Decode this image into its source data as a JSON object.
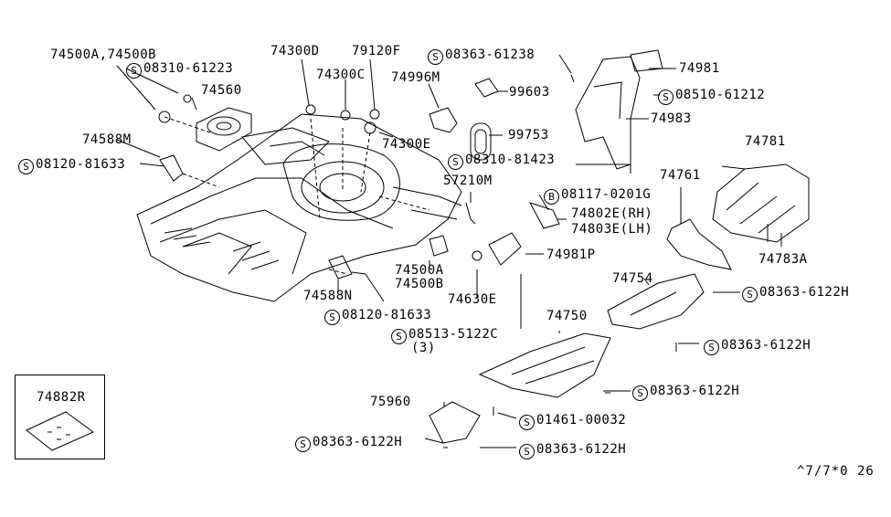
{
  "labels": {
    "p74500AB": "74500A,74500B",
    "p08310_61223": "08310-61223",
    "p74560": "74560",
    "p74588M": "74588M",
    "p08120_81633_left": "08120-81633",
    "p74300D": "74300D",
    "p79120F": "79120F",
    "p74300C": "74300C",
    "p74996M": "74996M",
    "p74300E": "74300E",
    "p08363_61238": "08363-61238",
    "p74981": "74981",
    "p99603": "99603",
    "p08510_61212": "08510-61212",
    "p99753": "99753",
    "p74983": "74983",
    "p08310_81423": "08310-81423",
    "p74781": "74781",
    "p57210M": "57210M",
    "p08117_0201G": "08117-0201G",
    "p74761": "74761",
    "p74802E": "74802E(RH)",
    "p74803E": "74803E(LH)",
    "p74783A": "74783A",
    "p74981P": "74981P",
    "p74500A": "74500A",
    "p74500B": "74500B",
    "p74754": "74754",
    "p08363_6122H_a": "08363-6122H",
    "p74588N": "74588N",
    "p74630E": "74630E",
    "p08120_81633_b": "08120-81633",
    "p74750": "74750",
    "p08513_5122C": "08513-5122C",
    "p08513_qty": "(3)",
    "p08363_6122H_b": "08363-6122H",
    "p08363_6122H_c": "08363-6122H",
    "p75960": "75960",
    "p01461_00032": "01461-00032",
    "p08363_6122H_d": "08363-6122H",
    "p08363_6122H_e": "08363-6122H",
    "p74882R": "74882R"
  },
  "symbols": {
    "s": "S",
    "b": "B"
  },
  "ref_code": "^7/7*0 26"
}
